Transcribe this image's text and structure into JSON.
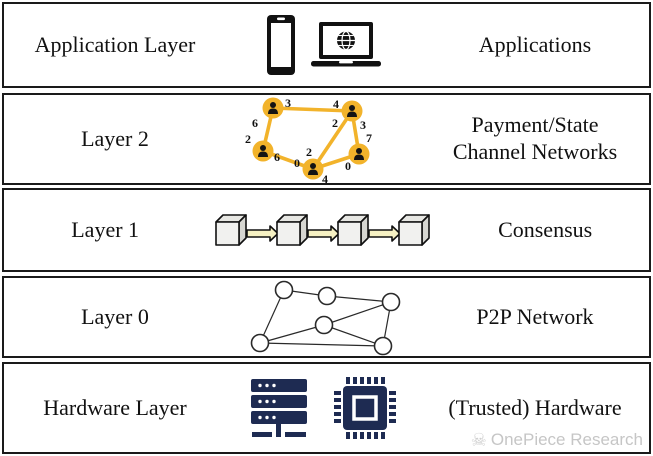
{
  "rows": [
    {
      "left": "Application Layer",
      "right": "Applications"
    },
    {
      "left": "Layer 2",
      "right_line1": "Payment/State",
      "right_line2": "Channel Networks"
    },
    {
      "left": "Layer 1",
      "right": "Consensus"
    },
    {
      "left": "Layer 0",
      "right": "P2P Network"
    },
    {
      "left": "Hardware Layer",
      "right": "(Trusted) Hardware"
    }
  ],
  "layer2_network": {
    "type": "payment-channel-graph",
    "node_count": 5,
    "channels": [
      {
        "from": "top-left",
        "to": "top-right",
        "balance_from": "3",
        "balance_to": "4"
      },
      {
        "from": "top-left",
        "to": "mid-left",
        "balance_from": "6",
        "balance_to": "2"
      },
      {
        "from": "mid-left",
        "to": "bottom-center",
        "balance_from": "6",
        "balance_to": "0"
      },
      {
        "from": "bottom-center",
        "to": "top-right",
        "balance_from": "2",
        "balance_to": "2"
      },
      {
        "from": "top-right",
        "to": "mid-right",
        "balance_from": "3",
        "balance_to": "7"
      },
      {
        "from": "bottom-center",
        "to": "mid-right",
        "balance_from": "4",
        "balance_to": "0"
      }
    ]
  },
  "layer1_chain": {
    "block_count": 4,
    "link": "arrow-right"
  },
  "layer0_network": {
    "node_count": 6,
    "edge_count": 8
  },
  "watermark": {
    "logo": "jolly-roger-skull",
    "text": "OnePiece Research"
  },
  "colors": {
    "channel_gold": "#F2B32B",
    "arrow_yellow": "#F6F1C3",
    "hardware_navy": "#1E2B52",
    "border_black": "#1a1a1a",
    "watermark_gray": "#C6C6C6"
  }
}
